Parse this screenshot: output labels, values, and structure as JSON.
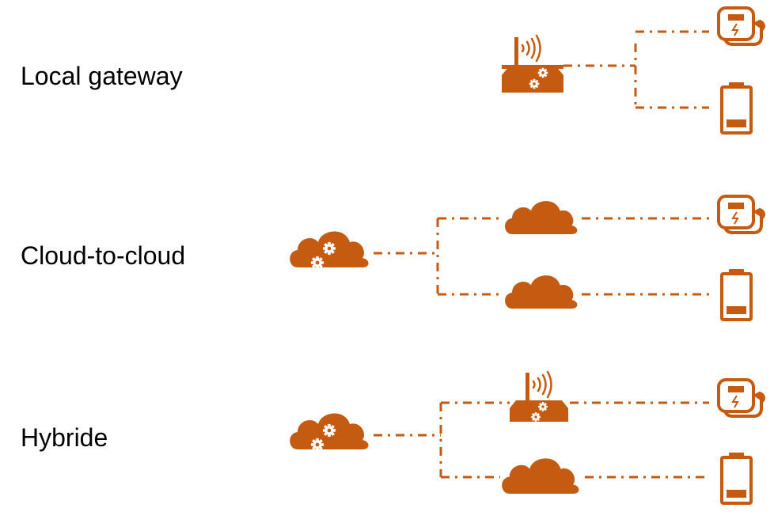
{
  "colors": {
    "accent": "#C55A11",
    "text": "#000000",
    "background": "#FFFFFF"
  },
  "rows": [
    {
      "label": "Local gateway",
      "hub": "gateway-router",
      "intermediates": [],
      "endpoints": [
        "ev-charger",
        "battery"
      ]
    },
    {
      "label": "Cloud-to-cloud",
      "hub": "cloud-with-gears",
      "intermediates": [
        "cloud",
        "cloud"
      ],
      "endpoints": [
        "ev-charger",
        "battery"
      ]
    },
    {
      "label": "Hybride",
      "hub": "cloud-with-gears",
      "intermediates": [
        "gateway-router",
        "cloud"
      ],
      "endpoints": [
        "ev-charger",
        "battery"
      ]
    }
  ],
  "connector_style": "dash-dot"
}
